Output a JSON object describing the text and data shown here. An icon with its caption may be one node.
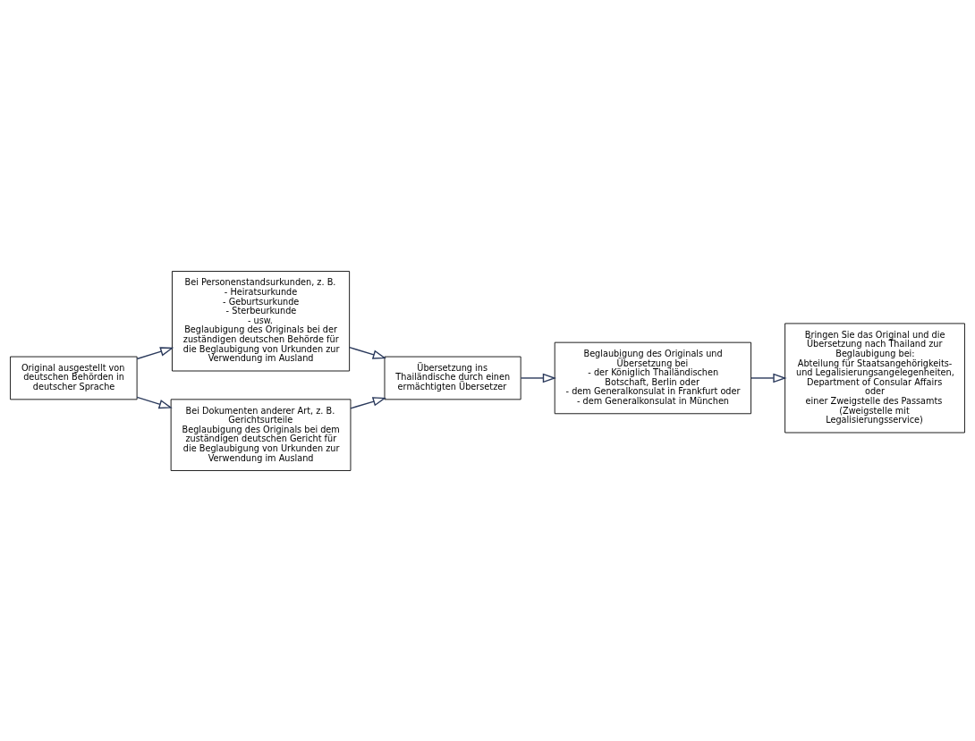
{
  "diagram": {
    "nodes": [
      {
        "text": [
          "Original ausgestellt von deutschen Behörden in deutscher Sprache"
        ]
      },
      {
        "text": [
          "Bei Personenstandsurkunden, z. B.",
          "- Heiratsurkunde",
          "- Geburtsurkunde",
          "- Sterbeurkunde",
          "- usw.",
          "Beglaubigung des Originals bei der zuständigen deutschen Behörde für die Beglaubigung von Urkunden zur Verwendung im Ausland"
        ]
      },
      {
        "text": [
          "Bei Dokumenten anderer Art, z. B. Gerichtsurteile",
          "Beglaubigung des Originals bei dem zuständigen deutschen Gericht für die Beglaubigung von Urkunden zur Verwendung im Ausland"
        ]
      },
      {
        "text": [
          "Übersetzung ins Thailändische durch einen ermächtigten Übersetzer"
        ]
      },
      {
        "text": [
          "Beglaubigung des Originals und Übersetzung bei",
          "- der Königlich Thailändischen Botschaft, Berlin oder",
          "- dem Generalkonsulat in Frankfurt oder",
          "- dem Generalkonsulat in München"
        ]
      },
      {
        "text": [
          "Bringen Sie das Original und die Übersetzung nach Thailand zur Beglaubigung bei:",
          "Abteilung für Staatsangehörigkeits- und Legalisierungsangelegenheiten, Department of Consular Affairs",
          "oder",
          "einer Zweigstelle des Passamts",
          "(Zweigstelle mit Legalisierungsservice)"
        ]
      }
    ],
    "edges": [
      {
        "from": 0,
        "to": 1,
        "arrow": "to"
      },
      {
        "from": 0,
        "to": 2,
        "arrow": "to"
      },
      {
        "from": 1,
        "to": 3,
        "arrow": "to"
      },
      {
        "from": 2,
        "to": 3,
        "arrow": "to"
      },
      {
        "from": 3,
        "to": 4,
        "arrow": "to"
      },
      {
        "from": 4,
        "to": 5,
        "arrow": "to"
      }
    ]
  }
}
